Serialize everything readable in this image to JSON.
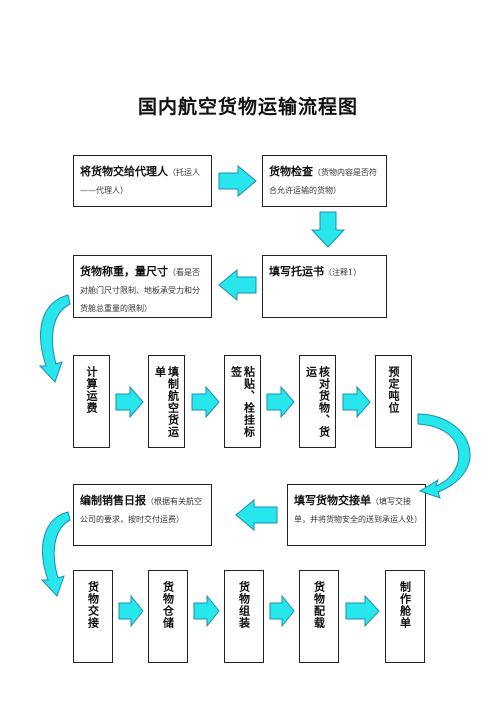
{
  "title": "国内航空货物运输流程图",
  "row1": {
    "left": {
      "main": "将货物交给代理人",
      "note": "（托运人——代理人）"
    },
    "right": {
      "main": "货物检查",
      "note": "（货物内容是否符合允许运输的货物）"
    }
  },
  "row2": {
    "left": {
      "main": "货物称重，量尺寸",
      "note": "（看是否对舱门尺寸限制、地板承受力和分货舱总重量的限制）"
    },
    "right": {
      "main": "填写托运书",
      "note": "（注释1）"
    }
  },
  "row3": [
    "计算运费",
    "填制航空货运单",
    "粘贴、栓挂标签",
    "核对货物、货运",
    "预定吨位"
  ],
  "row4": {
    "left": {
      "main": "编制销售日报",
      "note": "（根据有关航空公司的要求，按时交付运费）"
    },
    "right": {
      "main": "填写货物交接单",
      "note": "（填写交接单，并将货物安全的送到承运人处）"
    }
  },
  "row5": [
    "货物交接",
    "货物仓储",
    "货物组装",
    "货物配载",
    "制作舱单"
  ],
  "colors": {
    "arrow_fill": "#27e6ec",
    "arrow_stroke": "#1a8fb8",
    "border": "#222222"
  }
}
